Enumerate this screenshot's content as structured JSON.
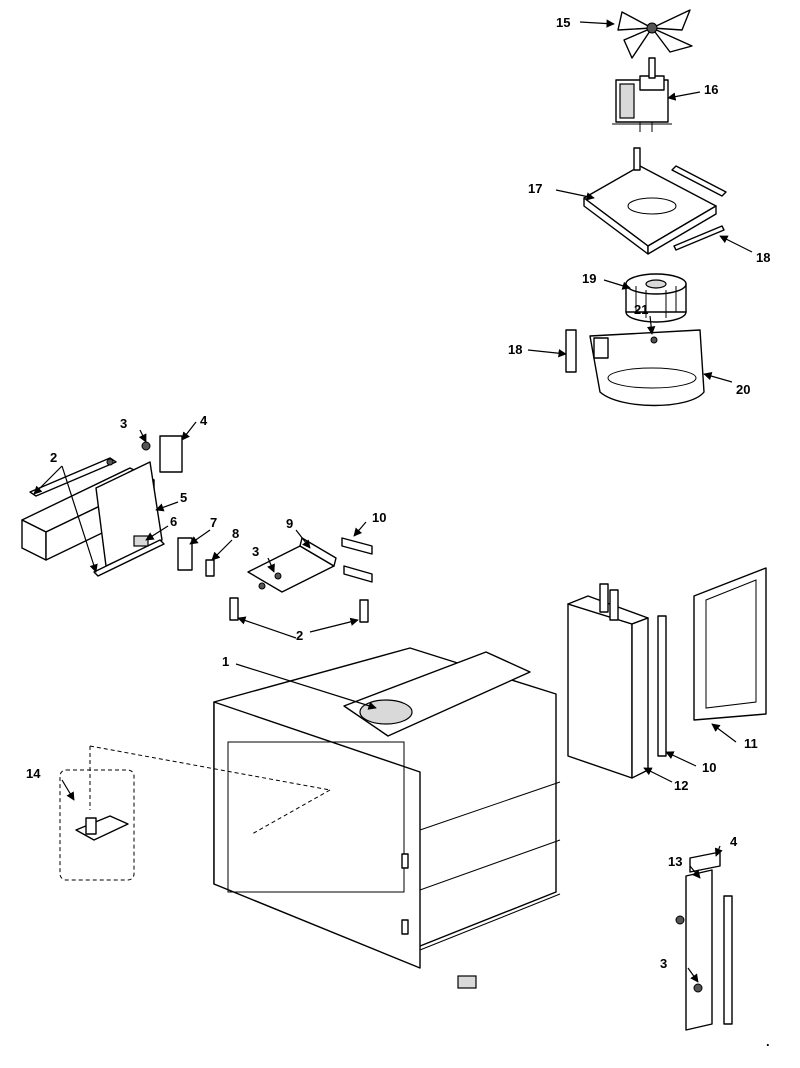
{
  "callouts": {
    "c1": "1",
    "c2a": "2",
    "c2b": "2",
    "c3a": "3",
    "c3b": "3",
    "c3c": "3",
    "c4a": "4",
    "c4b": "4",
    "c5": "5",
    "c6": "6",
    "c7": "7",
    "c8": "8",
    "c9": "9",
    "c10a": "10",
    "c10b": "10",
    "c11": "11",
    "c12": "12",
    "c13": "13",
    "c14": "14",
    "c15": "15",
    "c16": "16",
    "c17": "17",
    "c18a": "18",
    "c18b": "18",
    "c19": "19",
    "c20": "20",
    "c21": "21"
  },
  "corner_mark": "."
}
